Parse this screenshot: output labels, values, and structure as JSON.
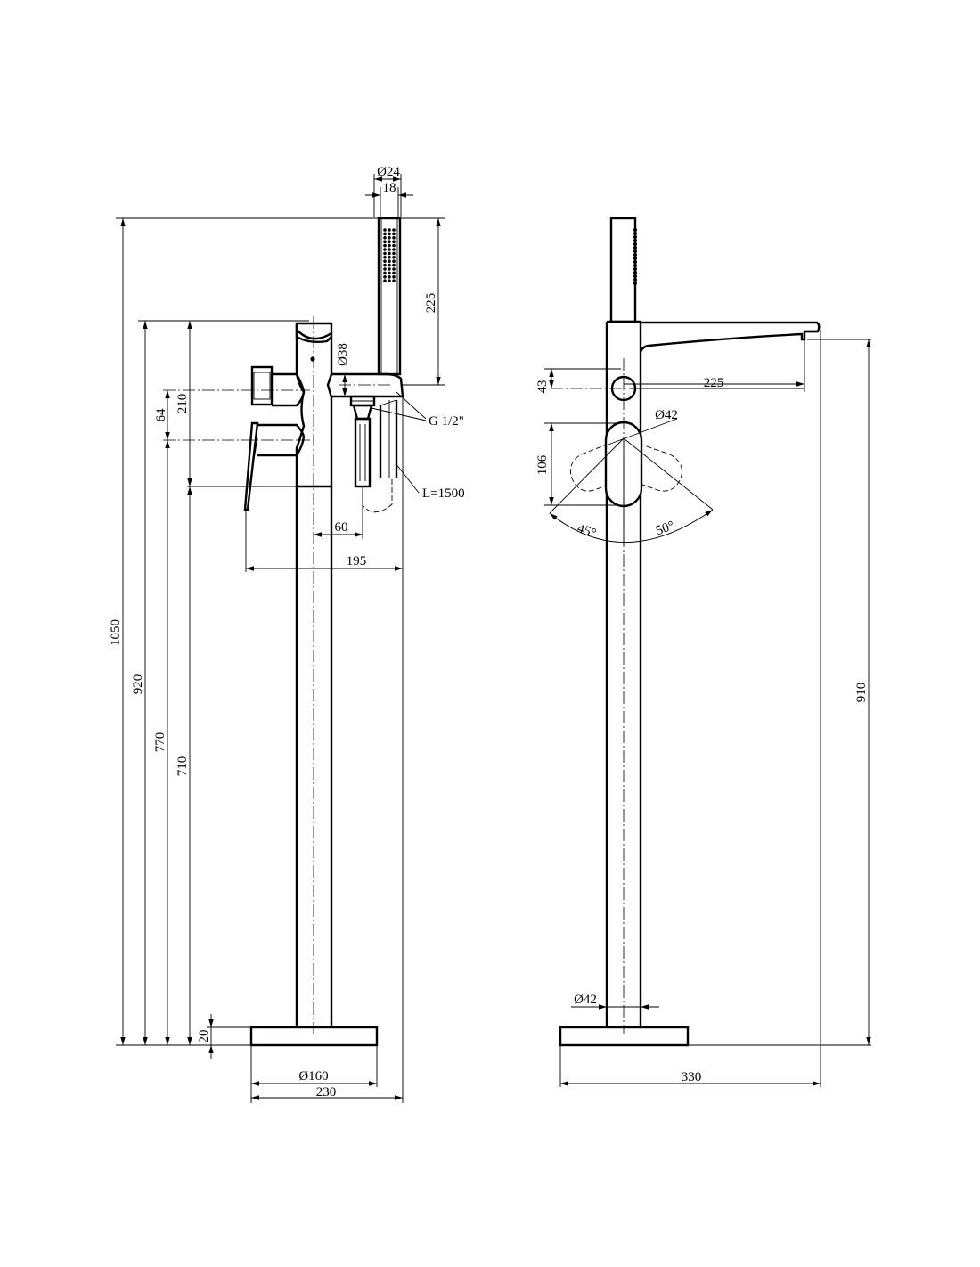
{
  "drawing": {
    "side_view": {
      "dims": {
        "handset_diameter": "Ø24",
        "handset_width": "18",
        "handset_length": "225",
        "holder_diameter": "Ø38",
        "thread": "G 1/2\"",
        "hose_length": "L=1500",
        "dim_210": "210",
        "dim_64": "64",
        "dim_60": "60",
        "dim_195": "195",
        "total_height": "1050",
        "dim_920": "920",
        "dim_770": "770",
        "dim_710": "710",
        "base_thickness": "20",
        "base_diameter": "Ø160",
        "base_width": "230"
      }
    },
    "front_view": {
      "dims": {
        "spout_reach": "225",
        "dim_43": "43",
        "lever_diameter": "Ø42",
        "dim_106": "106",
        "angle_left": "45°",
        "angle_right": "50°",
        "pipe_diameter": "Ø42",
        "spout_height": "910",
        "total_depth": "330"
      }
    }
  }
}
